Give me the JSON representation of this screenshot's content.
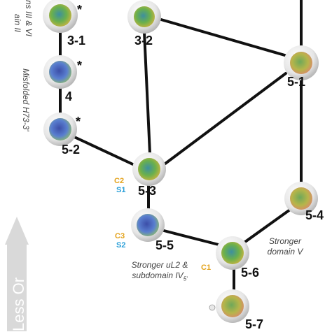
{
  "nodes": {
    "n3_1": "3-1",
    "n3_2": "3-2",
    "n4": "4",
    "n5_1": "5-1",
    "n5_2": "5-2",
    "n5_3": "5-3",
    "n5_4": "5-4",
    "n5_5": "5-5",
    "n5_6": "5-6",
    "n5_7": "5-7"
  },
  "markers": {
    "star": "*"
  },
  "tags": {
    "c2": "C2",
    "s1": "S1",
    "c3": "C3",
    "s2": "S2",
    "c1": "C1"
  },
  "annotations": {
    "top_left_line1": "ns III & VI",
    "top_left_line2": "ain II",
    "misfolded": "Misfolded H73-3'",
    "stronger_ul2_line1": "Stronger uL2 &",
    "stronger_ul2_line2": "subdomain IV",
    "stronger_ul2_sub": "5'",
    "stronger_v_line1": "Stronger",
    "stronger_v_line2": "domain V",
    "arrow_text": "Less Or"
  },
  "colors": {
    "edge": "#111111",
    "tag_c": "#e3a21a",
    "tag_s": "#2a9fd8",
    "arrow": "#d9d9d9"
  }
}
